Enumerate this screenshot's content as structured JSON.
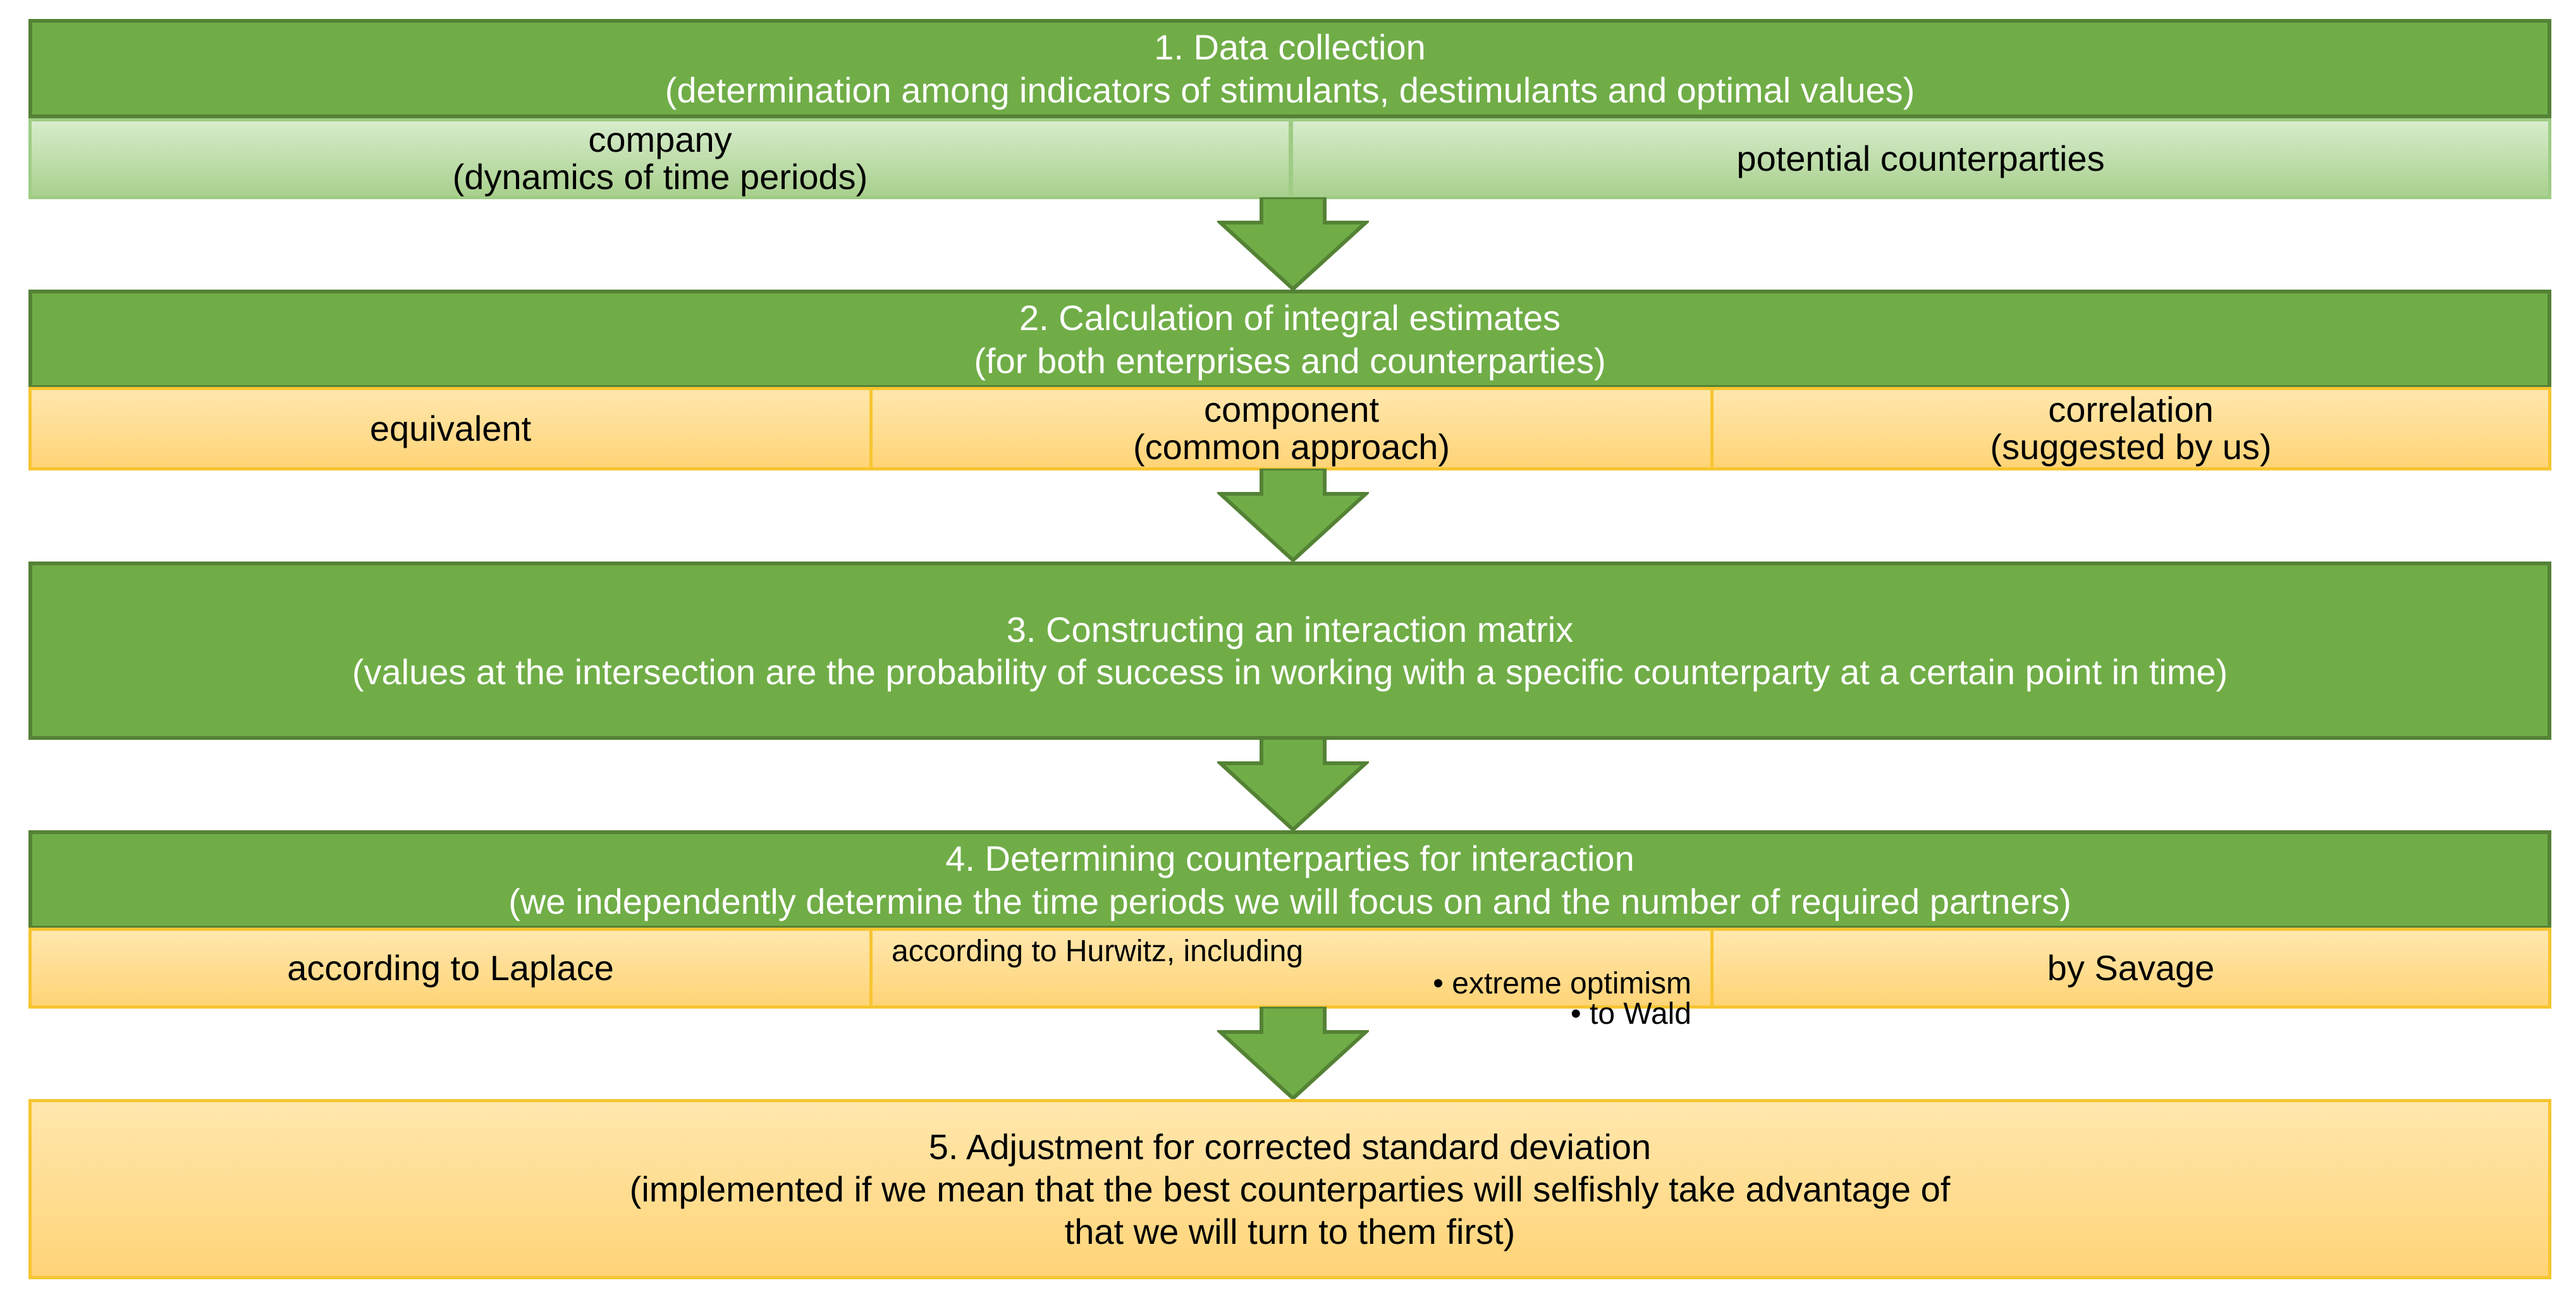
{
  "step1": {
    "title": "1. Data collection",
    "subtitle": "(determination among indicators of stimulants, destimulants and optimal values)",
    "cells": [
      {
        "line1": "company",
        "line2": "(dynamics of time periods)"
      },
      {
        "line1": "potential counterparties",
        "line2": ""
      }
    ]
  },
  "step2": {
    "title": "2. Calculation of integral estimates",
    "subtitle": "(for both enterprises and counterparties)",
    "cells": [
      {
        "line1": "equivalent",
        "line2": ""
      },
      {
        "line1": "component",
        "line2": "(common approach)"
      },
      {
        "line1": "correlation",
        "line2": "(suggested by us)"
      }
    ]
  },
  "step3": {
    "title": "3. Constructing an interaction matrix",
    "subtitle": "(values at the intersection are the probability of success in working with a specific counterparty at a certain point in time)"
  },
  "step4": {
    "title": "4. Determining counterparties for interaction",
    "subtitle": "(we independently determine the time periods we will focus on and the number of required partners)",
    "cells": [
      {
        "line1": "according to Laplace"
      },
      {
        "line1": "according to Hurwitz, including",
        "bullets": [
          "• extreme optimism",
          "• to Wald"
        ]
      },
      {
        "line1": "by Savage"
      }
    ]
  },
  "step5": {
    "title": "5. Adjustment for corrected standard deviation",
    "line2": "(implemented if we mean that the best counterparties will selfishly take advantage of",
    "line3": "that we will turn to them first)"
  },
  "colors": {
    "header_green": "#70ad47",
    "header_border": "#548235",
    "light_green": "#a9d08e",
    "orange": "#ffd477",
    "orange_border": "#f7c530"
  }
}
